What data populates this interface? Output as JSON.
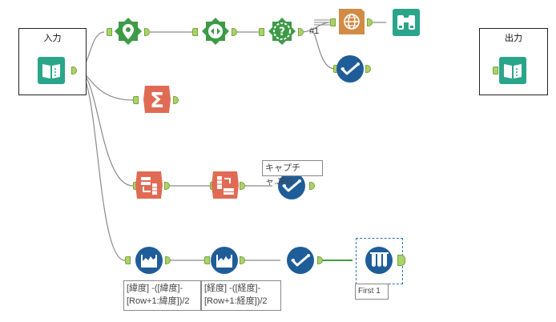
{
  "containers": {
    "input": {
      "title": "入力"
    },
    "output": {
      "title": "出力"
    }
  },
  "labels": {
    "join_one": "#1"
  },
  "annotations": {
    "browse_image": "キャプチャ.JPG",
    "lat_formula_line1": "[緯度] -([緯度]-",
    "lat_formula_line2": "[Row+1:緯度])/2",
    "lon_formula_line1": "[経度] -([経度]-",
    "lon_formula_line2": "[Row+1:経度])/2",
    "sample": "First 1"
  },
  "colors": {
    "wire": "#8a8a8a",
    "spatial_green": "#3d9b47",
    "teal": "#2aa58a",
    "orange_tan": "#d08b47",
    "browse_blue": "#1f5d99",
    "salmon": "#e06b55",
    "anchor_green": "#a8d36a"
  }
}
